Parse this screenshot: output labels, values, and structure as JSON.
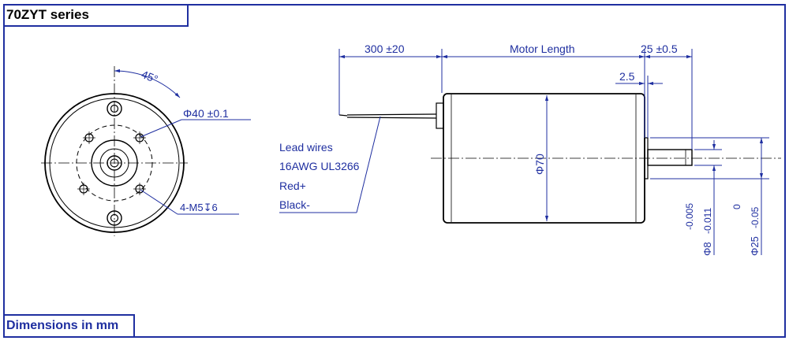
{
  "title": "70ZYT series",
  "units_label": "Dimensions in mm",
  "colors": {
    "outline": "#000000",
    "dimension": "#1f2fa0",
    "frame": "#1f2fa0",
    "centerline": "#000000"
  },
  "end_view": {
    "angle_label": "45°",
    "bolt_circle_label": "Φ40 ±0.1",
    "thread_label": "4-M5↧6"
  },
  "side_view": {
    "wire_length_label": "300 ±20",
    "motor_length_label": "Motor Length",
    "shaft_length_label": "25 ±0.5",
    "step_label": "2.5",
    "body_diameter_label": "Φ70",
    "lead_wires": {
      "line1": "Lead wires",
      "line2": "16AWG UL3266",
      "line3": "Red+",
      "line4": "Black-"
    },
    "shaft_dia_label": "Φ8",
    "shaft_tol_upper": "-0.005",
    "shaft_tol_lower": "-0.011",
    "boss_dia_label": "Φ25",
    "boss_tol_upper": "0",
    "boss_tol_lower": "-0.05"
  }
}
